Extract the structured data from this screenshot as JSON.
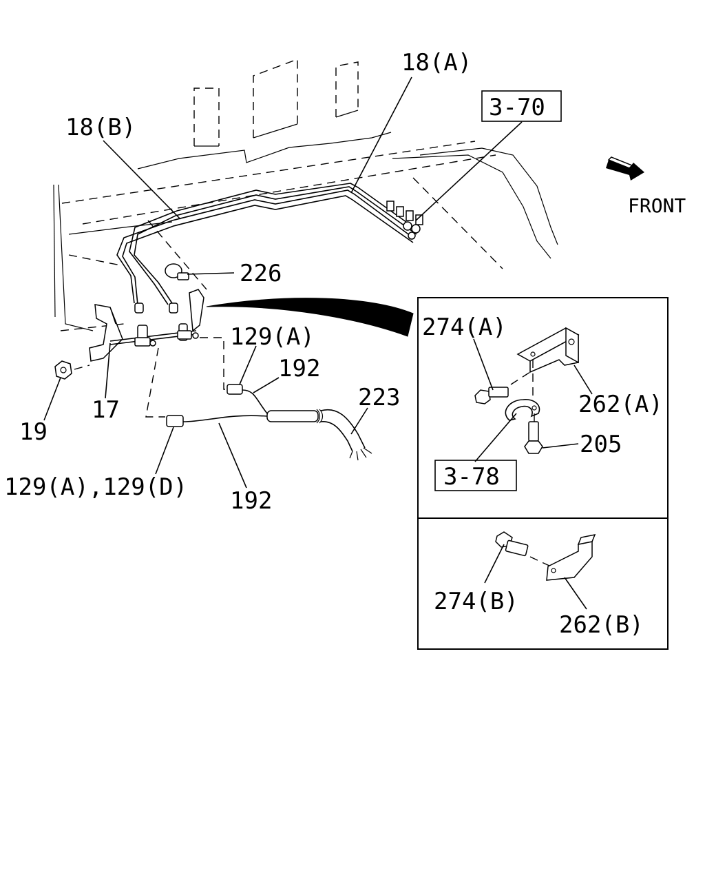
{
  "labels": {
    "l18a": "18(A)",
    "l370": "3-70",
    "l18b": "18(B)",
    "front": "FRONT",
    "l226": "226",
    "l129a_top": "129(A)",
    "l192_top": "192",
    "l223": "223",
    "l17": "17",
    "l19": "19",
    "l129ad": "129(A),129(D)",
    "l192_bottom": "192",
    "l274a": "274(A)",
    "l262a": "262(A)",
    "l205": "205",
    "l378": "3-78",
    "l274b": "274(B)",
    "l262b": "262(B)"
  }
}
